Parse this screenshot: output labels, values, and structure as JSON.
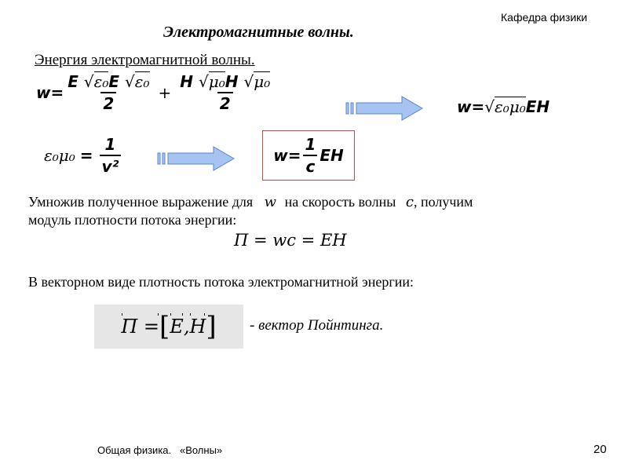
{
  "header": {
    "department": "Кафедра физики",
    "title": "Электромагнитные волны.",
    "subtitle": "Энергия электромагнитной волны."
  },
  "formulas": {
    "w_lhs": "w=",
    "E": "E",
    "H": "H",
    "sqrt": "√",
    "eps0": "ε₀",
    "mu0": "μ₀",
    "two": "2",
    "plus": "+",
    "w_result_lhs": "w=",
    "eps0mu0": "ε₀μ₀",
    "EH": "EH",
    "eq": "=",
    "one": "1",
    "v2": "v²",
    "c": "c",
    "poynting_formula": "Π = wc = EH",
    "vector_lhs": "Π = ",
    "vector_E": "E",
    "vector_comma": ", ",
    "vector_H": "H",
    "bracket_open": "[",
    "bracket_close": "]"
  },
  "text": {
    "line1a": "Умножив полученное выражение для",
    "line1_w": "w",
    "line1b": "на скорость волны",
    "line1_c": "c",
    "line1c": ", получим",
    "line2": "модуль плотности потока энергии:",
    "vector_intro": "В векторном виде плотность потока электромагнитной энергии:",
    "poynting_label": "- вектор Пойнтинга."
  },
  "footer": {
    "course": "Общая физика.   «Волны»",
    "page": "20"
  },
  "colors": {
    "arrow_fill": "#a6c4f0",
    "arrow_stroke": "#5a84c8",
    "box_border": "#c0504d"
  }
}
